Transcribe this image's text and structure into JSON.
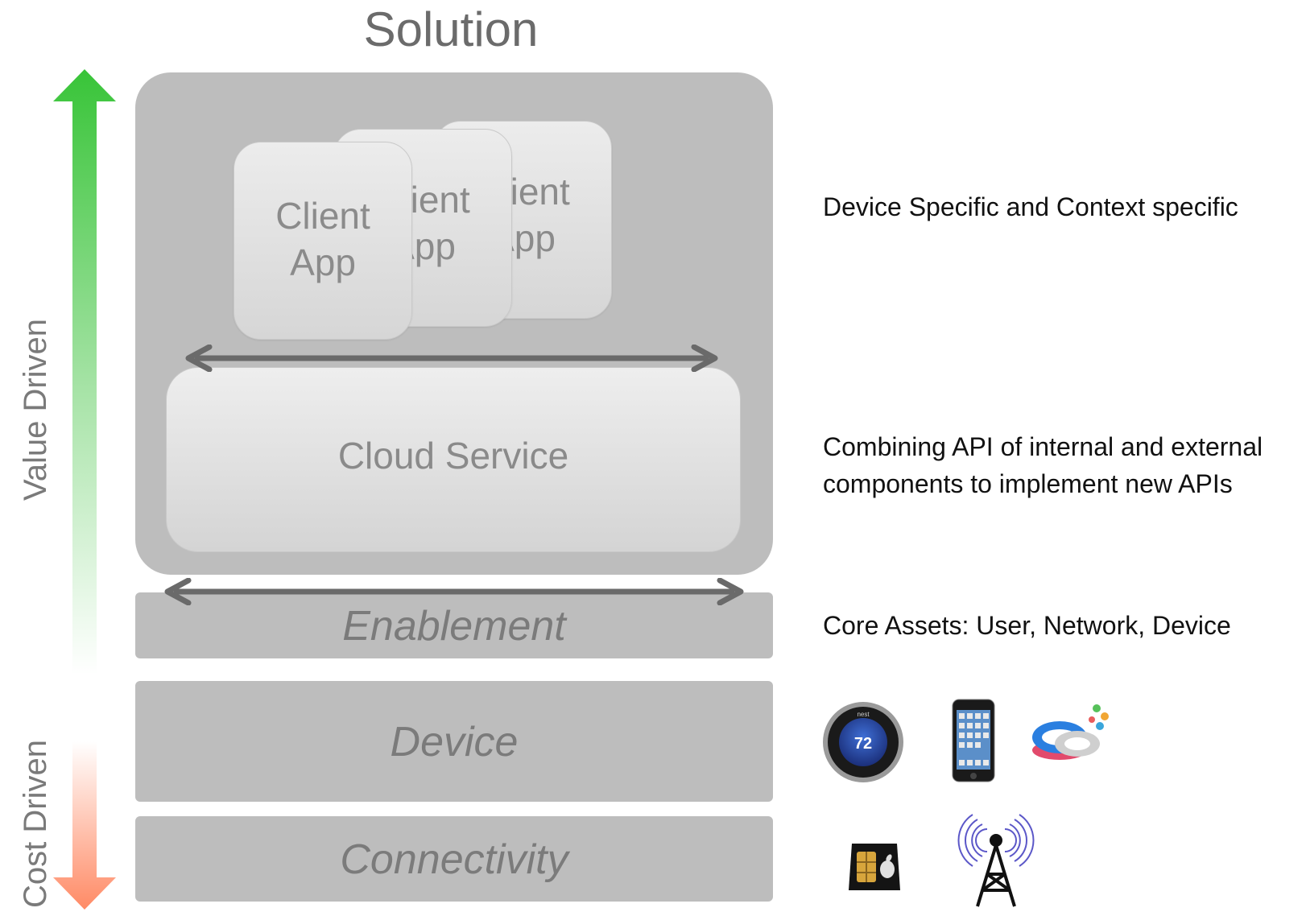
{
  "title": "Solution",
  "axis": {
    "value_driven": "Value Driven",
    "cost_driven": "Cost Driven",
    "value_color": "#3cc23c",
    "cost_color": "#ff8a65"
  },
  "client_apps": [
    {
      "line1": "Client",
      "line2": "App"
    },
    {
      "line1": "Client",
      "line2": "App"
    },
    {
      "line1": "Client",
      "line2": "App"
    }
  ],
  "cloud_service": "Cloud Service",
  "layers": {
    "enablement": "Enablement",
    "device": "Device",
    "connectivity": "Connectivity"
  },
  "descriptions": {
    "client": "Device Specific and Context specific",
    "cloud": "Combining API of internal and external components to implement new APIs",
    "enablement": "Core Assets: User, Network, Device"
  },
  "device_icons": {
    "thermostat_reading": "72",
    "thermostat_brand": "nest"
  },
  "colors": {
    "panel": "#bdbdbd",
    "arrow": "#6a6a6a",
    "text_gray": "#7b7b7b"
  }
}
